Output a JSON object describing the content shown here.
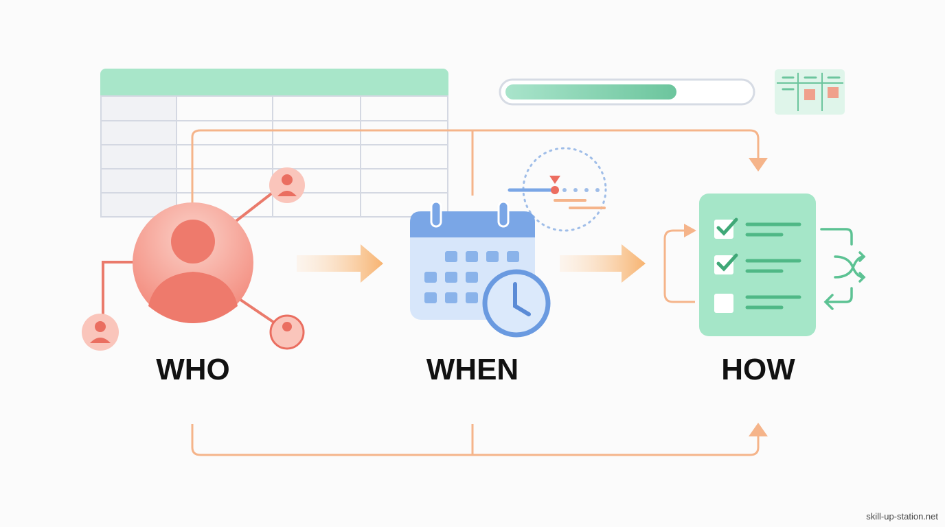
{
  "labels": {
    "who": "WHO",
    "when": "WHEN",
    "how": "HOW"
  },
  "watermark": "skill-up-station.net",
  "progress": {
    "fraction": 0.7
  },
  "colors": {
    "red": "#f0857a",
    "blue": "#7aa6e6",
    "green": "#a5e6c8",
    "orange": "#f5b48a",
    "dark_green": "#4fb886"
  }
}
